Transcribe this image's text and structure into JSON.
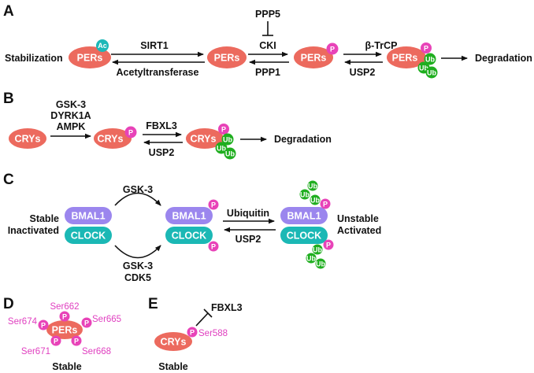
{
  "colors": {
    "pers": "#ec6a5e",
    "phospho": "#e843b8",
    "ubiquitin": "#1fae1f",
    "acetyl": "#1cb8b8",
    "bmal1": "#9b86ee",
    "clock": "#1bb8b5",
    "serine_text": "#e040c0"
  },
  "panels": {
    "A": {
      "letter": "A",
      "left_label": "Stabilization",
      "protein": "PERs",
      "acetyl_badge": "Ac",
      "phospho_badge": "P",
      "ub_badge": "Ub",
      "sirt1": "SIRT1",
      "acetyltransferase": "Acetyltransferase",
      "ppp5": "PPP5",
      "cki": "CKI",
      "ppp1": "PPP1",
      "btrcp": "β-TrCP",
      "usp2": "USP2",
      "end_label": "Degradation"
    },
    "B": {
      "letter": "B",
      "protein": "CRYs",
      "kinase1": "GSK-3",
      "kinase2": "DYRK1A",
      "kinase3": "AMPK",
      "fbxl3": "FBXL3",
      "usp2": "USP2",
      "phospho_badge": "P",
      "ub_badge": "Ub",
      "end_label": "Degradation"
    },
    "C": {
      "letter": "C",
      "left_label_1": "Stable",
      "left_label_2": "Inactivated",
      "bmal1": "BMAL1",
      "clock": "CLOCK",
      "top_kinase": "GSK-3",
      "bottom_kinase_1": "GSK-3",
      "bottom_kinase_2": "CDK5",
      "ubiquitin": "Ubiquitin",
      "usp2": "USP2",
      "phospho_badge": "P",
      "ub_badge": "Ub",
      "right_label_1": "Unstable",
      "right_label_2": "Activated"
    },
    "D": {
      "letter": "D",
      "protein": "PERs",
      "phospho_badge": "P",
      "sites": [
        "Ser662",
        "Ser665",
        "Ser668",
        "Ser671",
        "Ser674"
      ],
      "caption": "Stable"
    },
    "E": {
      "letter": "E",
      "protein": "CRYs",
      "phospho_badge": "P",
      "site": "Ser588",
      "inhibitor": "FBXL3",
      "caption": "Stable"
    }
  }
}
